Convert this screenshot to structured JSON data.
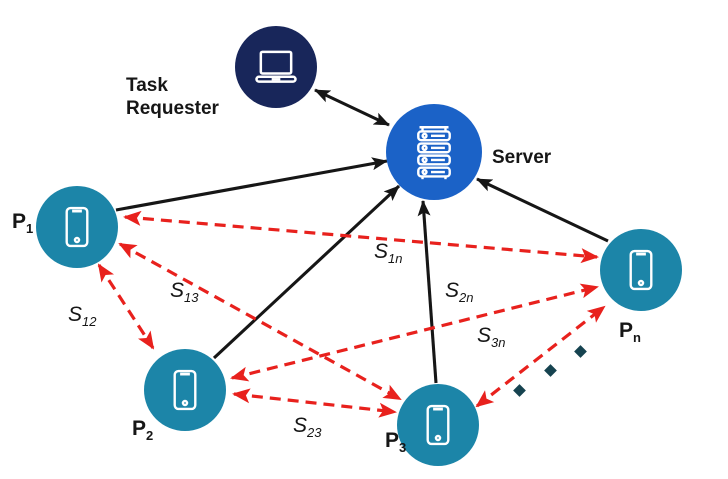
{
  "figure": {
    "kind": "network-diagram"
  },
  "colors": {
    "navy": "#18265A",
    "blue": "#1B62C7",
    "teal": "#1C85A8",
    "red": "#E8211D",
    "ink": "#161616",
    "dot": "#164350",
    "bg": "#FFFFFF"
  },
  "nodes": {
    "task_requester": {
      "label": "Task Requester",
      "label_line1": "Task",
      "label_line2": "Requester",
      "icon": "laptop-icon",
      "color": "#18265A"
    },
    "server": {
      "label": "Server",
      "icon": "server-rack-icon",
      "color": "#1B62C7"
    },
    "p1": {
      "label_base": "P",
      "label_sub": "1",
      "icon": "smartphone-icon",
      "color": "#1C85A8"
    },
    "p2": {
      "label_base": "P",
      "label_sub": "2",
      "icon": "smartphone-icon",
      "color": "#1C85A8"
    },
    "p3": {
      "label_base": "P",
      "label_sub": "3",
      "icon": "smartphone-icon",
      "color": "#1C85A8"
    },
    "pn": {
      "label_base": "P",
      "label_sub": "n",
      "icon": "smartphone-icon",
      "color": "#1C85A8"
    }
  },
  "edges": {
    "tr_server": {
      "from": "task_requester",
      "to": "server",
      "style": "solid-black",
      "direction": "bidirectional"
    },
    "p1_server": {
      "from": "p1",
      "to": "server",
      "style": "solid-black",
      "direction": "to-server"
    },
    "p2_server": {
      "from": "p2",
      "to": "server",
      "style": "solid-black",
      "direction": "to-server"
    },
    "p3_server": {
      "from": "p3",
      "to": "server",
      "style": "solid-black",
      "direction": "to-server"
    },
    "pn_server": {
      "from": "pn",
      "to": "server",
      "style": "solid-black",
      "direction": "to-server"
    },
    "s12": {
      "from": "p1",
      "to": "p2",
      "style": "dashed-red",
      "direction": "bidirectional",
      "label_base": "S",
      "label_sub": "12"
    },
    "s13": {
      "from": "p1",
      "to": "p3",
      "style": "dashed-red",
      "direction": "bidirectional",
      "label_base": "S",
      "label_sub": "13"
    },
    "s1n": {
      "from": "p1",
      "to": "pn",
      "style": "dashed-red",
      "direction": "bidirectional",
      "label_base": "S",
      "label_sub": "1n"
    },
    "s2n": {
      "from": "p2",
      "to": "pn",
      "style": "dashed-red",
      "direction": "bidirectional",
      "label_base": "S",
      "label_sub": "2n"
    },
    "s23": {
      "from": "p2",
      "to": "p3",
      "style": "dashed-red",
      "direction": "bidirectional",
      "label_base": "S",
      "label_sub": "23"
    },
    "s3n": {
      "from": "p3",
      "to": "pn",
      "style": "dashed-red",
      "direction": "bidirectional",
      "label_base": "S",
      "label_sub": "3n"
    }
  },
  "ellipsis": {
    "symbol": "diamond-dots",
    "count": 3,
    "meaning": "more peers between P3 and Pn"
  }
}
